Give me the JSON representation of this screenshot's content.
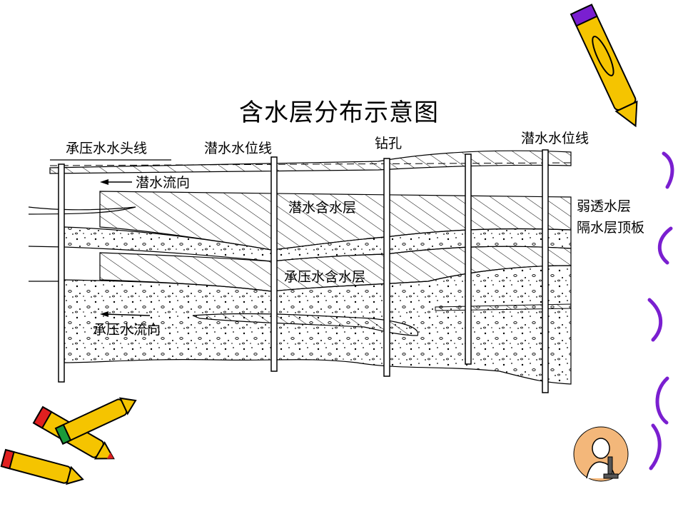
{
  "slide": {
    "title": "含水层分布示意图"
  },
  "diagram": {
    "labels": {
      "confined_head_line": "承压水水头线",
      "phreatic_level_left": "潜水水位线",
      "borehole": "钻孔",
      "phreatic_level_right": "潜水水位线",
      "phreatic_flow": "潜水流向",
      "phreatic_aquifer": "潜水含水层",
      "aquitard": "弱透水层",
      "aquiclude_top": "隔水层顶板",
      "confined_aquifer": "承压水含水层",
      "confined_flow": "承压水流向"
    }
  },
  "decor": {
    "pencil_colors": [
      "#f5c400",
      "#e02020",
      "#1a9a3a",
      "#7a1fd0"
    ],
    "icons": [
      "pencil-top-right",
      "pencils-bottom-left",
      "scientist-microscope"
    ]
  }
}
